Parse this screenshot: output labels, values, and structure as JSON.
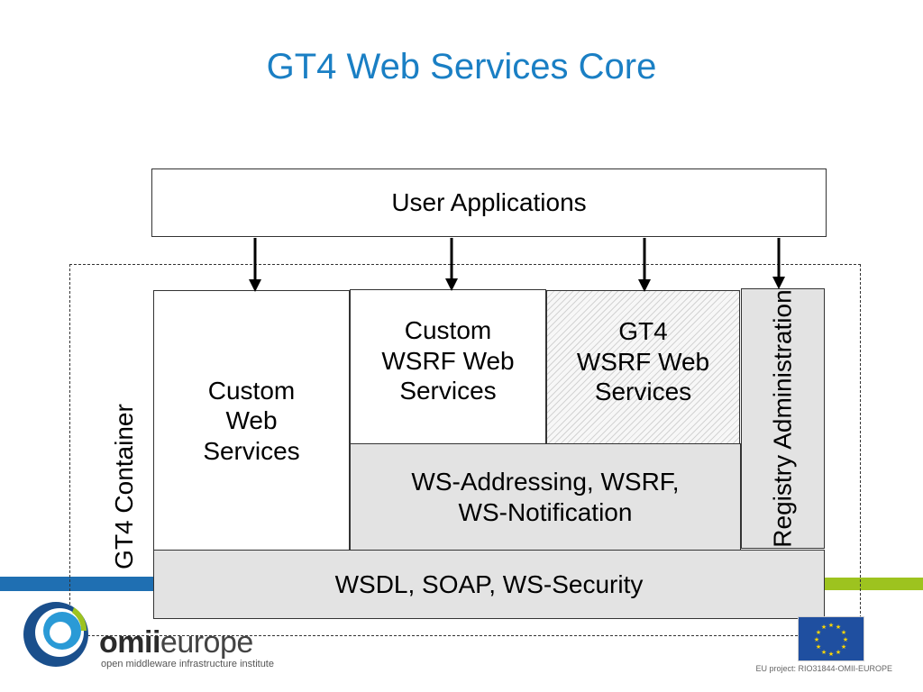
{
  "title": "GT4 Web Services Core",
  "boxes": {
    "user_applications": "User Applications",
    "custom_web_services": "Custom\nWeb\nServices",
    "custom_wsrf_web_services": "Custom\nWSRF Web\nServices",
    "gt4_wsrf_web_services": "GT4\nWSRF Web\nServices",
    "ws_addressing": "WS-Addressing, WSRF,\nWS-Notification",
    "registry_administration": "Registry\nAdministration",
    "wsdl_soap_security": "WSDL, SOAP, WS-Security",
    "gt4_container": "GT4 Container"
  },
  "footer": {
    "logo_bold": "omii",
    "logo_light": "europe",
    "logo_tagline": "open middleware infrastructure institute",
    "eu_project": "EU project: RIO31844-OMII-EUROPE"
  },
  "colors": {
    "title": "#1a7fc4",
    "grey_box": "#e3e3e3",
    "band_blue": "#1f6fb2",
    "band_green": "#9dc31f",
    "eu_blue": "#1f4fa0",
    "eu_star": "#ffd700"
  }
}
